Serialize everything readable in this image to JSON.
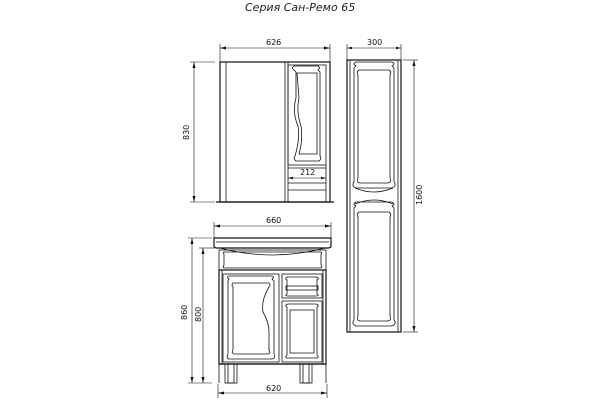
{
  "title": "Серия Сан-Ремо 65",
  "dimensions": {
    "mirror_width": "626",
    "mirror_height": "830",
    "shelf_width": "212",
    "column_width": "300",
    "column_height": "1600",
    "sink_width": "660",
    "vanity_height_total": "860",
    "vanity_height_body": "800",
    "vanity_width": "620"
  }
}
